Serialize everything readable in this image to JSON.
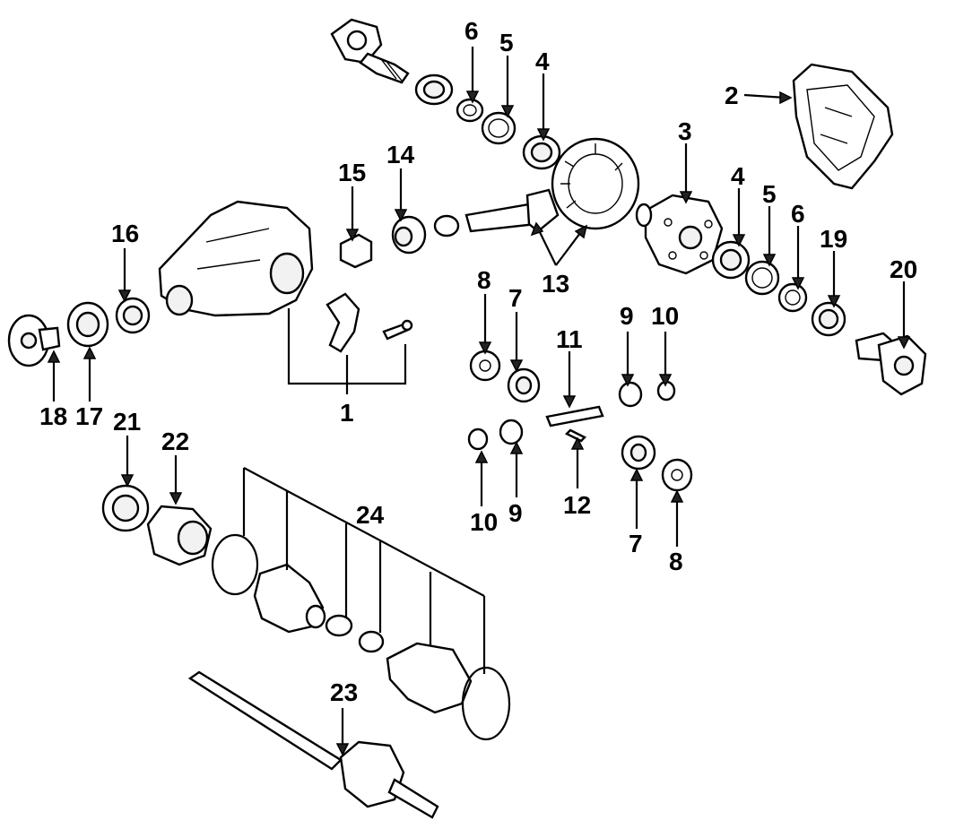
{
  "diagram": {
    "callouts": [
      {
        "id": "c6a",
        "text": "6"
      },
      {
        "id": "c5a",
        "text": "5"
      },
      {
        "id": "c4a",
        "text": "4"
      },
      {
        "id": "c2",
        "text": "2"
      },
      {
        "id": "c3",
        "text": "3"
      },
      {
        "id": "c15",
        "text": "15"
      },
      {
        "id": "c14",
        "text": "14"
      },
      {
        "id": "c16",
        "text": "16"
      },
      {
        "id": "c4b",
        "text": "4"
      },
      {
        "id": "c5b",
        "text": "5"
      },
      {
        "id": "c6b",
        "text": "6"
      },
      {
        "id": "c19",
        "text": "19"
      },
      {
        "id": "c20",
        "text": "20"
      },
      {
        "id": "c13",
        "text": "13"
      },
      {
        "id": "c8a",
        "text": "8"
      },
      {
        "id": "c7a",
        "text": "7"
      },
      {
        "id": "c9a",
        "text": "9"
      },
      {
        "id": "c10a",
        "text": "10"
      },
      {
        "id": "c11",
        "text": "11"
      },
      {
        "id": "c1",
        "text": "1"
      },
      {
        "id": "c18",
        "text": "18"
      },
      {
        "id": "c17",
        "text": "17"
      },
      {
        "id": "c21",
        "text": "21"
      },
      {
        "id": "c22",
        "text": "22"
      },
      {
        "id": "c10b",
        "text": "10"
      },
      {
        "id": "c9b",
        "text": "9"
      },
      {
        "id": "c12",
        "text": "12"
      },
      {
        "id": "c7b",
        "text": "7"
      },
      {
        "id": "c8b",
        "text": "8"
      },
      {
        "id": "c24",
        "text": "24"
      },
      {
        "id": "c23",
        "text": "23"
      }
    ]
  }
}
